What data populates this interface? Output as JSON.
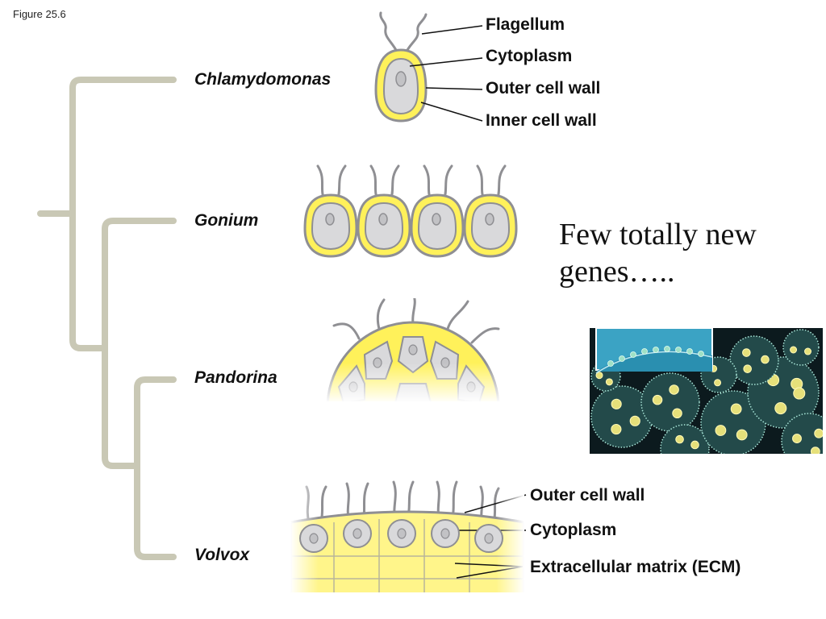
{
  "figure_label": "Figure 25.6",
  "taxa": {
    "chlamydomonas": "Chlamydomonas",
    "gonium": "Gonium",
    "pandorina": "Pandorina",
    "volvox": "Volvox"
  },
  "chlamydomonas_callouts": {
    "flagellum": "Flagellum",
    "cytoplasm": "Cytoplasm",
    "outer_wall": "Outer cell wall",
    "inner_wall": "Inner cell wall"
  },
  "volvox_callouts": {
    "outer_wall": "Outer cell wall",
    "cytoplasm": "Cytoplasm",
    "ecm": "Extracellular matrix (ECM)"
  },
  "note_line1": "Few totally new",
  "note_line2": "genes…..",
  "colors": {
    "tree": "#c9c8b5",
    "wall_yellow": "#fff15a",
    "cell_grey": "#d9d9db",
    "outline_grey": "#8f8f93",
    "ecm_yellow": "#fff58a"
  }
}
